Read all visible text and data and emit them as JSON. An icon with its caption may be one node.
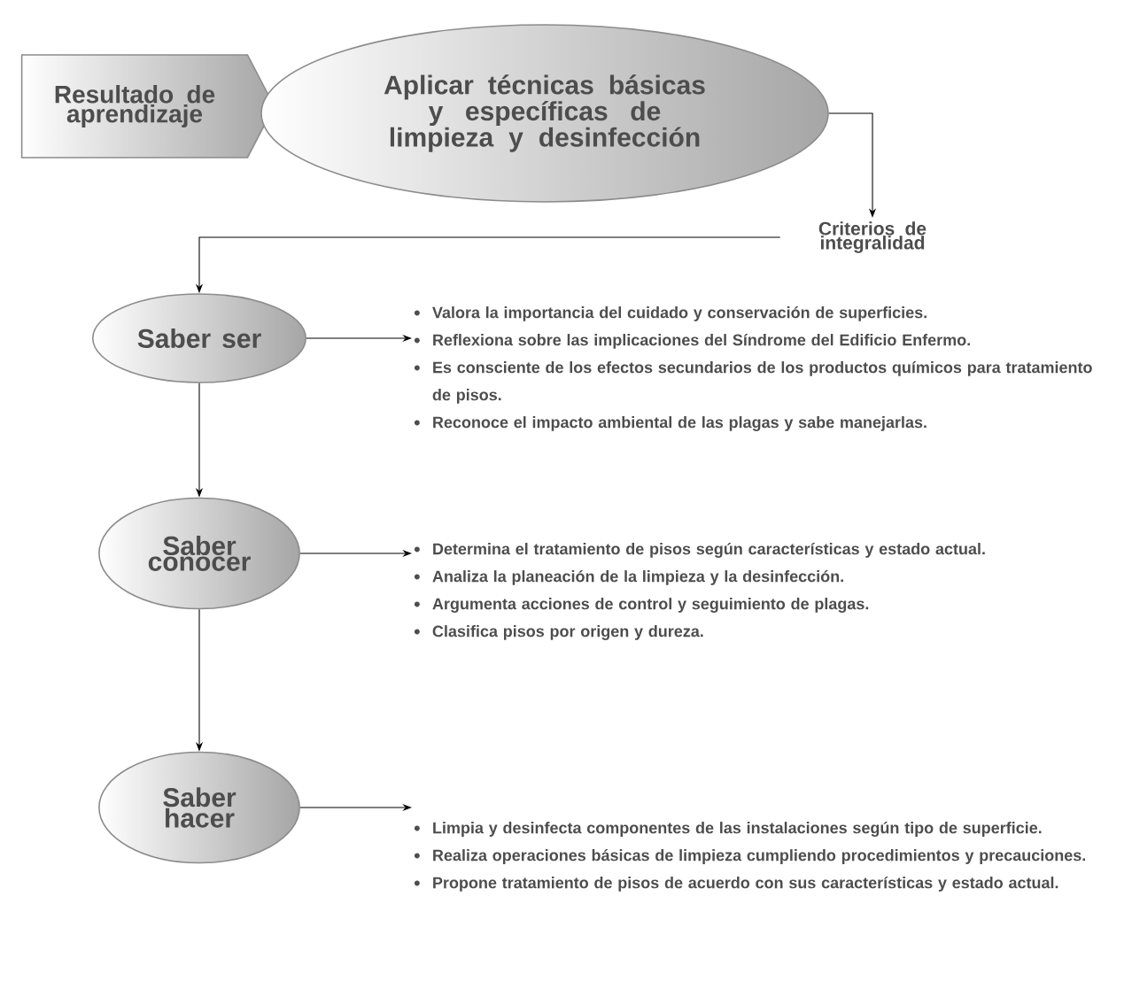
{
  "diagram": {
    "nodes": [
      {
        "text": [
          "Resultado de aprendizaje"
        ]
      },
      {
        "text": [
          "Aplicar técnicas básicas y específicas de limpieza y desinfección"
        ]
      },
      {
        "text": [
          "Criterios de integralidad"
        ]
      },
      {
        "text": [
          "Saber ser"
        ]
      },
      {
        "text": [
          "Valora la importancia del cuidado y conservación de superficies.",
          "Reflexiona sobre las implicaciones del Síndrome del Edificio Enfermo.",
          "Es consciente de los efectos secundarios de los productos químicos para tratamiento de pisos.",
          "Reconoce el impacto ambiental de las plagas y sabe manejarlas."
        ]
      },
      {
        "text": [
          "Saber conocer"
        ]
      },
      {
        "text": [
          "Determina el tratamiento de pisos según características y estado actual.",
          "Analiza la planeación de la limpieza y la desinfección.",
          "Argumenta acciones de control y seguimiento de plagas.",
          "Clasifica pisos por origen y dureza."
        ]
      },
      {
        "text": [
          "Saber hacer"
        ]
      },
      {
        "text": [
          "Limpia y desinfecta componentes de las instalaciones según tipo de superficie.",
          "Realiza operaciones básicas de limpieza cumpliendo procedimientos y precauciones.",
          "Propone tratamiento de pisos de acuerdo con sus características y estado actual."
        ]
      }
    ],
    "edges": [
      {
        "from": 1,
        "to": 2,
        "arrow": "to"
      },
      {
        "from": 2,
        "to": 3,
        "arrow": "to"
      },
      {
        "from": 3,
        "to": 4,
        "arrow": "to"
      },
      {
        "from": 3,
        "to": 5,
        "arrow": "to"
      },
      {
        "from": 5,
        "to": 6,
        "arrow": "to"
      },
      {
        "from": 5,
        "to": 7,
        "arrow": "to"
      },
      {
        "from": 7,
        "to": 8,
        "arrow": "to"
      }
    ]
  }
}
